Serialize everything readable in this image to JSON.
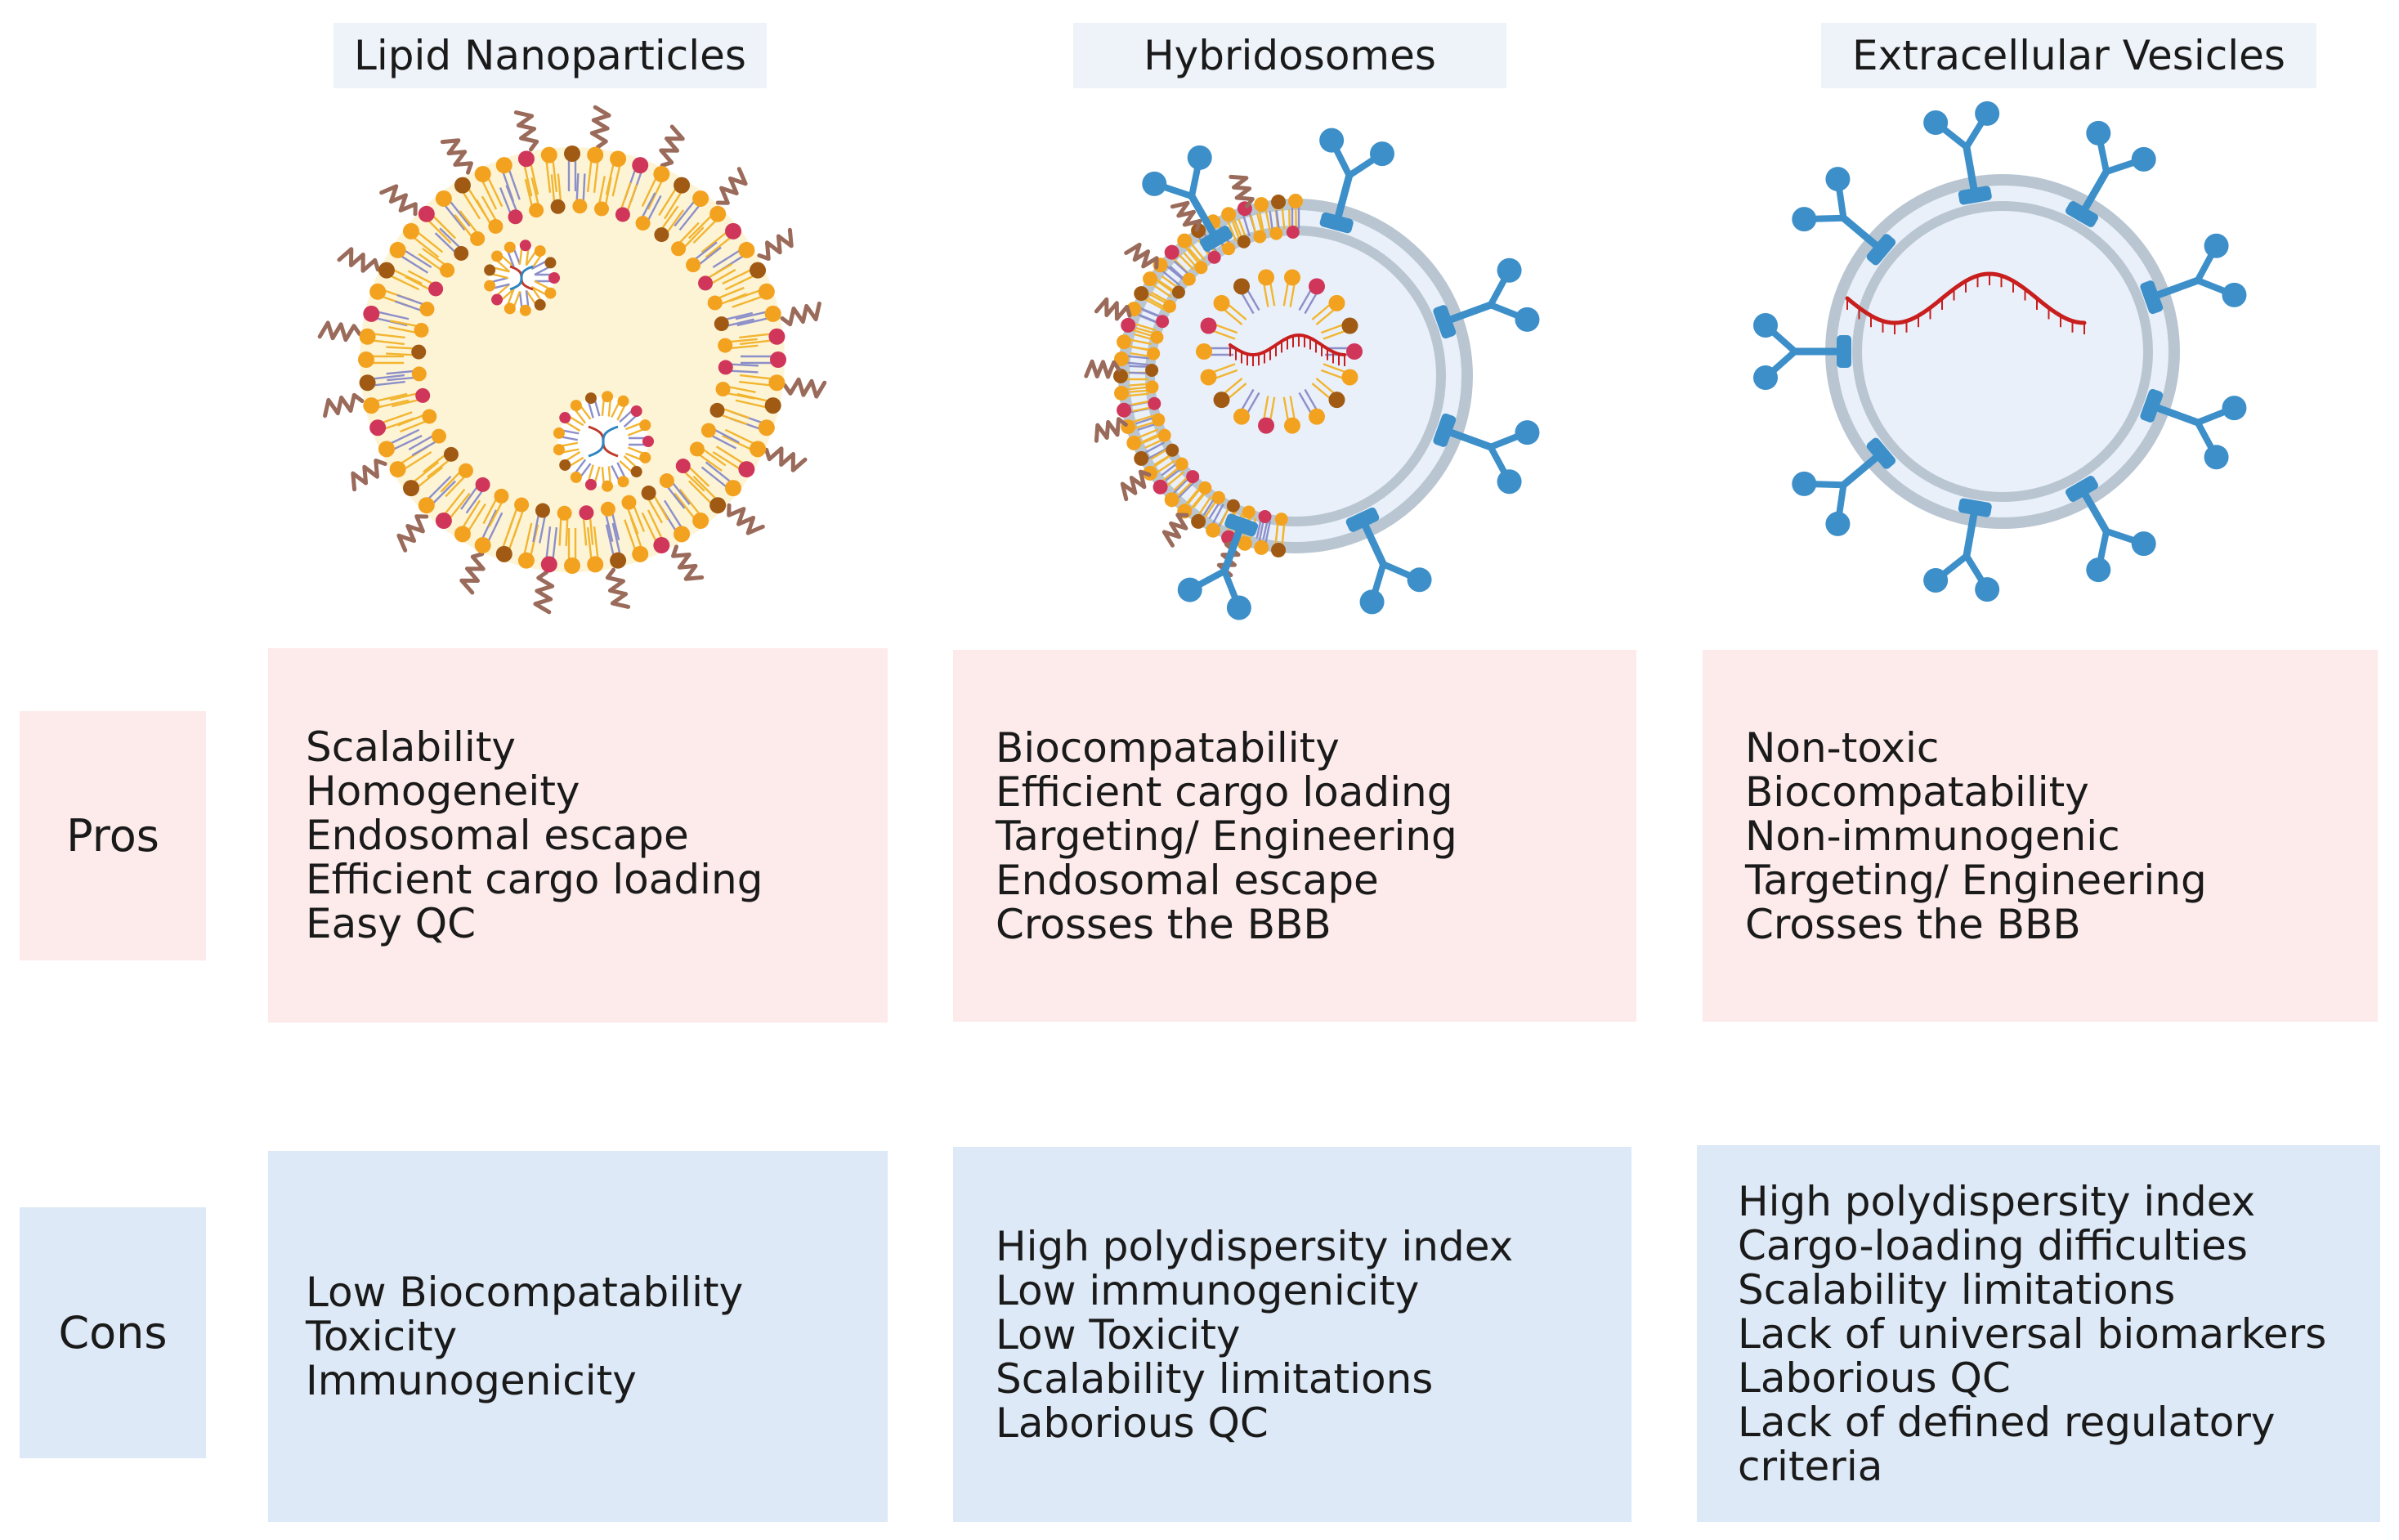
{
  "columns": [
    {
      "title": "Lipid Nanoparticles",
      "illustration": "lipid-nanoparticle",
      "pros": [
        "Scalability",
        "Homogeneity",
        "Endosomal escape",
        "Efficient cargo loading",
        "Easy QC"
      ],
      "cons": [
        "Low Biocompatability",
        "Toxicity",
        "Immunogenicity"
      ]
    },
    {
      "title": "Hybridosomes",
      "illustration": "hybridosome",
      "pros": [
        "Biocompatability",
        "Efficient cargo loading",
        "Targeting/ Engineering",
        "Endosomal escape",
        "Crosses the BBB"
      ],
      "cons": [
        "High polydispersity index",
        "Low immunogenicity",
        "Low Toxicity",
        "Scalability limitations",
        "Laborious QC"
      ]
    },
    {
      "title": "Extracellular Vesicles",
      "illustration": "extracellular-vesicle",
      "pros": [
        "Non-toxic",
        "Biocompatability",
        "Non-immunogenic",
        "Targeting/ Engineering",
        "Crosses the BBB"
      ],
      "cons": [
        "High polydispersity index",
        "Cargo-loading difficulties",
        "Scalability limitations",
        "Lack of universal biomarkers",
        "Laborious QC",
        "Lack of defined regulatory",
        "criteria"
      ]
    }
  ],
  "rows": {
    "pros_label": "Pros",
    "cons_label": "Cons"
  },
  "colors": {
    "title_bg": "#eef3f9",
    "pros_bg": "#fdebeb",
    "cons_bg": "#dde9f6",
    "lipid_head_red": "#d0365a",
    "lipid_head_orange": "#f3a21f",
    "lipid_head_brown": "#a05a14",
    "protein_blue": "#3d8fc9",
    "rna_red": "#c81e1e",
    "membrane_gray": "#b9c6d2"
  }
}
